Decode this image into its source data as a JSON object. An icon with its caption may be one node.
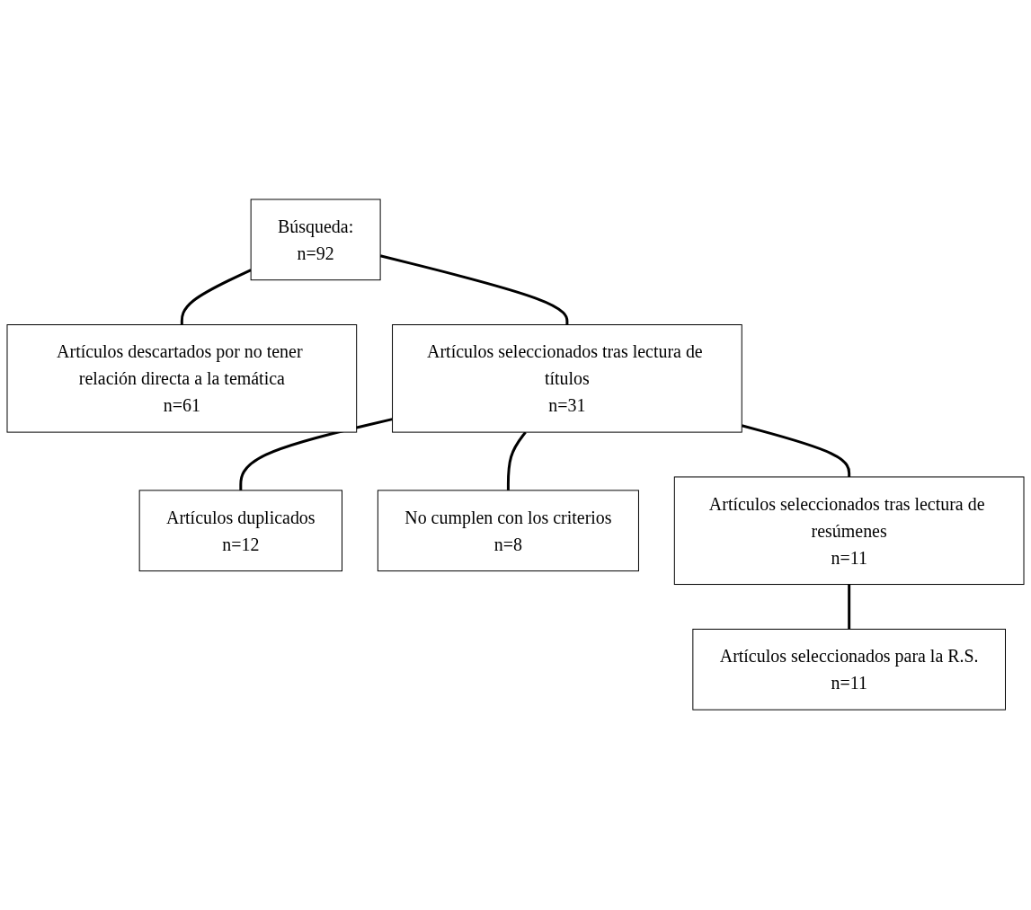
{
  "diagram": {
    "nodes": [
      {
        "text": [
          "Búsqueda:",
          "n=92"
        ]
      },
      {
        "text": [
          "Artículos descartados por no tener relación directa a la temática",
          "n=61"
        ]
      },
      {
        "text": [
          "Artículos seleccionados tras lectura de títulos",
          "n=31"
        ]
      },
      {
        "text": [
          "Artículos duplicados",
          "n=12"
        ]
      },
      {
        "text": [
          "No cumplen con los criterios",
          "n=8"
        ]
      },
      {
        "text": [
          "Artículos seleccionados tras lectura de resúmenes",
          "n=11"
        ]
      },
      {
        "text": [
          "Artículos seleccionados para la R.S.",
          "n=11"
        ]
      }
    ],
    "edges": [
      {
        "from": 0,
        "to": 2,
        "arrow": "none"
      },
      {
        "from": 0,
        "to": 1,
        "arrow": "none"
      },
      {
        "from": 2,
        "to": 5,
        "arrow": "none"
      },
      {
        "from": 2,
        "to": 3,
        "arrow": "none"
      },
      {
        "from": 2,
        "to": 4,
        "arrow": "none"
      },
      {
        "from": 5,
        "to": 6,
        "arrow": "none"
      }
    ]
  }
}
